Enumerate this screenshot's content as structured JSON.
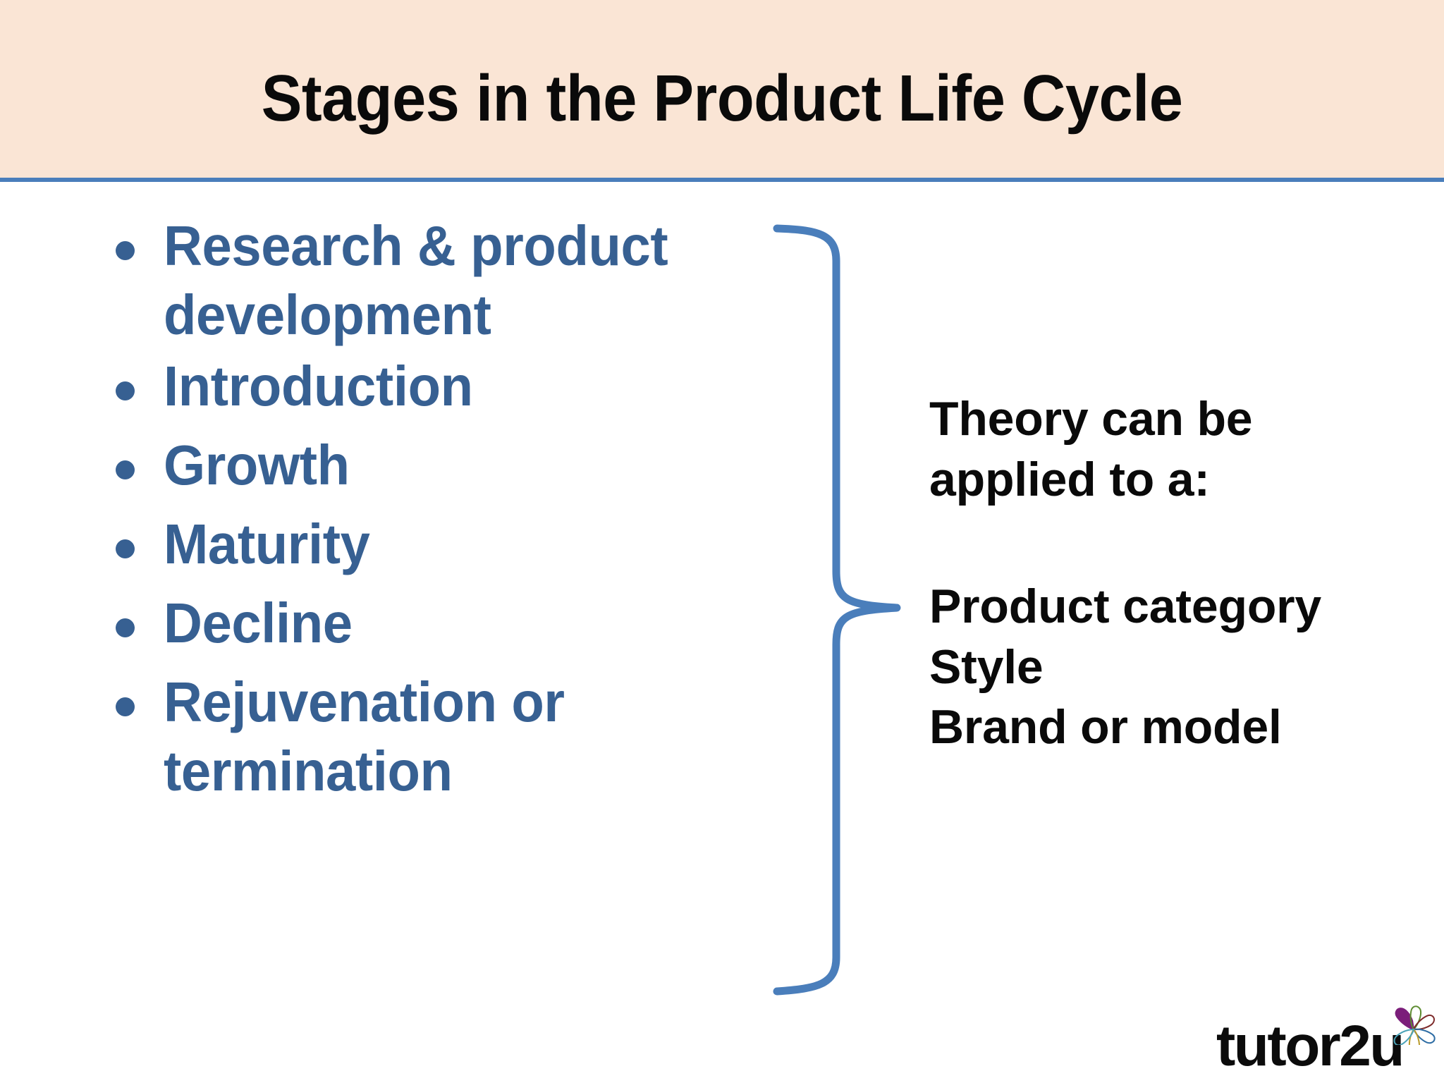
{
  "slide": {
    "title": "Stages in the Product Life Cycle",
    "header_bg": "#FAE5D5",
    "header_rule_color": "#4A7EBB",
    "body_bg": "#FFFFFF",
    "accent_blue": "#376092",
    "text_black": "#0A0A0A"
  },
  "bullets": [
    {
      "label": "Research & product development"
    },
    {
      "label": "Introduction"
    },
    {
      "label": "Growth"
    },
    {
      "label": "Maturity"
    },
    {
      "label": "Decline"
    },
    {
      "label": "Rejuvenation or termination"
    }
  ],
  "brace": {
    "icon": "curly-brace-right",
    "color": "#4A7EBB"
  },
  "note": {
    "heading_line_1": "Theory can be",
    "heading_line_2": "applied to a:",
    "items": [
      "Product category",
      "Style",
      "Brand or model"
    ]
  },
  "logo": {
    "wordmark": "tutor2u",
    "flower_icon": "flower-petals-icon",
    "petal_colors": [
      "#7B1E7A",
      "#5E8C31",
      "#7E2B2B",
      "#2E6DA4",
      "#4BA3B8",
      "#B89A2A"
    ]
  }
}
